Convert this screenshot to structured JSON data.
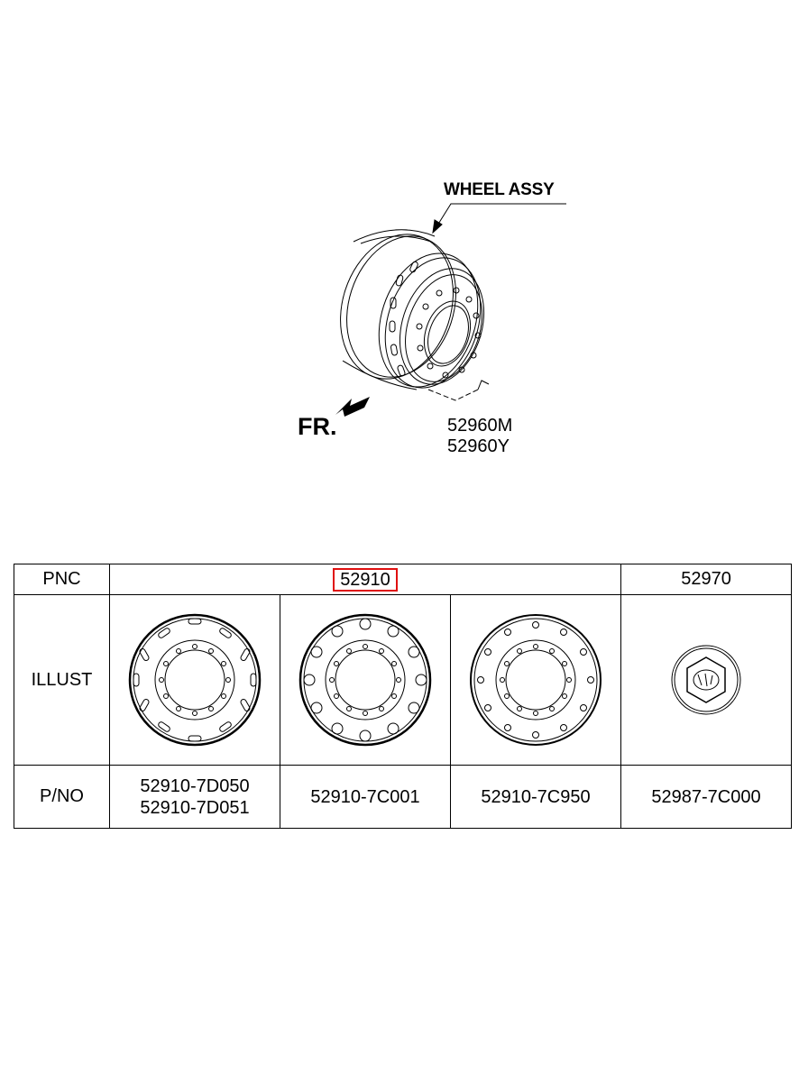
{
  "diagram": {
    "wheel_assy_label": "WHEEL ASSY",
    "part_codes": [
      "52960M",
      "52960Y"
    ],
    "direction_label": "FR."
  },
  "table": {
    "row_headers": {
      "pnc": "PNC",
      "illust": "ILLUST",
      "pno": "P/NO"
    },
    "pnc_values": [
      "52910",
      "52970"
    ],
    "highlighted_pnc": "52910",
    "highlight_color": "#e01010",
    "illustrations": [
      "wheel-with-oval-slots",
      "wheel-with-round-holes",
      "wheel-with-small-holes",
      "hub-cap"
    ],
    "part_numbers": [
      [
        "52910-7D050",
        "52910-7D051"
      ],
      [
        "52910-7C001"
      ],
      [
        "52910-7C950"
      ],
      [
        "52987-7C000"
      ]
    ]
  }
}
